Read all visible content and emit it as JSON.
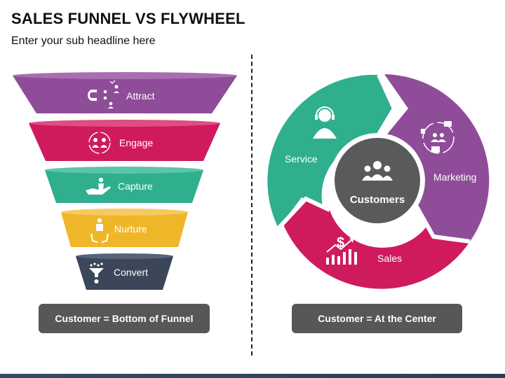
{
  "header": {
    "title": "SALES FUNNEL VS FLYWHEEL",
    "subtitle": "Enter your sub headline here"
  },
  "funnel": {
    "stages": [
      {
        "label": "Attract",
        "color": "#8f4c98",
        "icon": "magnet-attract-icon"
      },
      {
        "label": "Engage",
        "color": "#cf1b5d",
        "icon": "people-engage-icon"
      },
      {
        "label": "Capture",
        "color": "#2faf8e",
        "icon": "hand-person-icon"
      },
      {
        "label": "Nurture",
        "color": "#f0b62a",
        "icon": "person-hands-icon"
      },
      {
        "label": "Convert",
        "color": "#3b4759",
        "icon": "filter-funnel-icon"
      }
    ],
    "caption": "Customer = Bottom of Funnel"
  },
  "flywheel": {
    "center_label": "Customers",
    "segments": [
      {
        "label": "Service",
        "color": "#2faf8e",
        "icon": "headset-agent-icon"
      },
      {
        "label": "Marketing",
        "color": "#8f4c98",
        "icon": "marketing-cycle-icon"
      },
      {
        "label": "Sales",
        "color": "#cf1b5d",
        "icon": "sales-chart-icon"
      }
    ],
    "center_color": "#595a5c",
    "caption": "Customer = At the Center"
  }
}
